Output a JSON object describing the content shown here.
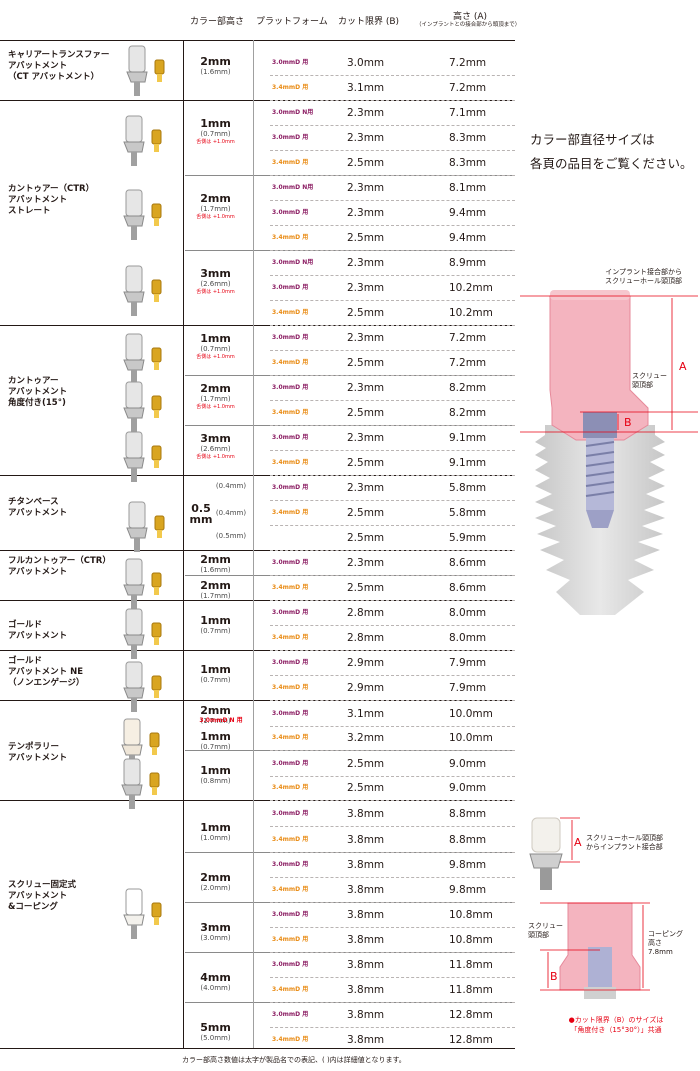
{
  "colors": {
    "line": "#231815",
    "purple": "#8b1c62",
    "orange": "#e98b14",
    "red": "#e60012",
    "pink": "#f4b4bf"
  },
  "header": {
    "collar": "カラー部高さ",
    "platform": "プラットフォーム",
    "cut": "カット限界 (B)",
    "height": "高さ (A)",
    "height_sub": "（インプラントとの接合部から頭頂まで）"
  },
  "groups": [
    {
      "name": "キャリアートランスファー\nアバットメント\n（CT アバットメント）"
    },
    {
      "name": "カントゥアー（CTR）\nアバットメント\nストレート"
    },
    {
      "name": "カントゥアー\nアバットメント\n角度付き(15°)"
    },
    {
      "name": "チタンベース\nアバットメント"
    },
    {
      "name": "フルカントゥアー（CTR）\nアバットメント"
    },
    {
      "name": "ゴールド\nアバットメント"
    },
    {
      "name": "ゴールド\nアバットメント NE\n（ノンエンゲージ）"
    },
    {
      "name": "テンポラリー\nアバットメント"
    },
    {
      "name": "スクリュー固定式\nアバットメント\n&コーピング"
    }
  ],
  "collars": [
    {
      "main": "2mm",
      "sub": "(1.6mm)",
      "note": ""
    },
    {
      "main": "1mm",
      "sub": "(0.7mm)",
      "note": "舌側は +1.0mm"
    },
    {
      "main": "2mm",
      "sub": "(1.7mm)",
      "note": "舌側は +1.0mm"
    },
    {
      "main": "3mm",
      "sub": "(2.6mm)",
      "note": "舌側は +1.0mm"
    },
    {
      "main": "1mm",
      "sub": "(0.7mm)",
      "note": "舌側は +1.0mm"
    },
    {
      "main": "2mm",
      "sub": "(1.7mm)",
      "note": "舌側は +1.0mm"
    },
    {
      "main": "3mm",
      "sub": "(2.6mm)",
      "note": "舌側は +1.0mm"
    },
    {
      "main": "0.5\nmm",
      "sub": "",
      "note": ""
    },
    {
      "main": "2mm",
      "sub": "(1.6mm)",
      "note": ""
    },
    {
      "main": "2mm",
      "sub": "(1.7mm)",
      "note": ""
    },
    {
      "main": "1mm",
      "sub": "(0.7mm)",
      "note": ""
    },
    {
      "main": "1mm",
      "sub": "(0.7mm)",
      "note": ""
    },
    {
      "main": "2mm",
      "sub": "(1.7mm)",
      "note": ""
    },
    {
      "main": "1mm",
      "sub": "(0.7mm)",
      "note": ""
    },
    {
      "main": "1mm",
      "sub": "(0.8mm)",
      "note": ""
    },
    {
      "main": "1mm",
      "sub": "(1.0mm)",
      "note": ""
    },
    {
      "main": "2mm",
      "sub": "(2.0mm)",
      "note": ""
    },
    {
      "main": "3mm",
      "sub": "(3.0mm)",
      "note": ""
    },
    {
      "main": "4mm",
      "sub": "(4.0mm)",
      "note": ""
    },
    {
      "main": "5mm",
      "sub": "(5.0mm)",
      "note": ""
    }
  ],
  "titanium_sub": [
    "(0.4mm)",
    "(0.4mm)",
    "(0.5mm)"
  ],
  "temp_note": "3.0mmD N 用",
  "rows": [
    {
      "p": "3.0mmD 用",
      "c": "3.0mm",
      "h": "7.2mm"
    },
    {
      "p": "3.4mmD 用",
      "c": "3.1mm",
      "h": "7.2mm"
    },
    {
      "p": "3.0mmD N用",
      "c": "2.3mm",
      "h": "7.1mm"
    },
    {
      "p": "3.0mmD 用",
      "c": "2.3mm",
      "h": "8.3mm"
    },
    {
      "p": "3.4mmD 用",
      "c": "2.5mm",
      "h": "8.3mm"
    },
    {
      "p": "3.0mmD N用",
      "c": "2.3mm",
      "h": "8.1mm"
    },
    {
      "p": "3.0mmD 用",
      "c": "2.3mm",
      "h": "9.4mm"
    },
    {
      "p": "3.4mmD 用",
      "c": "2.5mm",
      "h": "9.4mm"
    },
    {
      "p": "3.0mmD N用",
      "c": "2.3mm",
      "h": "8.9mm"
    },
    {
      "p": "3.0mmD 用",
      "c": "2.3mm",
      "h": "10.2mm"
    },
    {
      "p": "3.4mmD 用",
      "c": "2.5mm",
      "h": "10.2mm"
    },
    {
      "p": "3.0mmD 用",
      "c": "2.3mm",
      "h": "7.2mm"
    },
    {
      "p": "3.4mmD 用",
      "c": "2.5mm",
      "h": "7.2mm"
    },
    {
      "p": "3.0mmD 用",
      "c": "2.3mm",
      "h": "8.2mm"
    },
    {
      "p": "3.4mmD 用",
      "c": "2.5mm",
      "h": "8.2mm"
    },
    {
      "p": "3.0mmD 用",
      "c": "2.3mm",
      "h": "9.1mm"
    },
    {
      "p": "3.4mmD 用",
      "c": "2.5mm",
      "h": "9.1mm"
    },
    {
      "p": "3.0mmD 用",
      "c": "2.3mm",
      "h": "5.8mm"
    },
    {
      "p": "3.4mmD 用",
      "c": "2.5mm",
      "h": "5.8mm"
    },
    {
      "p": "",
      "c": "2.5mm",
      "h": "5.9mm"
    },
    {
      "p": "3.0mmD 用",
      "c": "2.3mm",
      "h": "8.6mm"
    },
    {
      "p": "3.4mmD 用",
      "c": "2.5mm",
      "h": "8.6mm"
    },
    {
      "p": "3.0mmD 用",
      "c": "2.8mm",
      "h": "8.0mm"
    },
    {
      "p": "3.4mmD 用",
      "c": "2.8mm",
      "h": "8.0mm"
    },
    {
      "p": "3.0mmD 用",
      "c": "2.9mm",
      "h": "7.9mm"
    },
    {
      "p": "3.4mmD 用",
      "c": "2.9mm",
      "h": "7.9mm"
    },
    {
      "p": "3.0mmD 用",
      "c": "3.1mm",
      "h": "10.0mm"
    },
    {
      "p": "3.4mmD 用",
      "c": "3.2mm",
      "h": "10.0mm"
    },
    {
      "p": "3.0mmD 用",
      "c": "2.5mm",
      "h": "9.0mm"
    },
    {
      "p": "3.4mmD 用",
      "c": "2.5mm",
      "h": "9.0mm"
    },
    {
      "p": "3.0mmD 用",
      "c": "3.8mm",
      "h": "8.8mm"
    },
    {
      "p": "3.4mmD 用",
      "c": "3.8mm",
      "h": "8.8mm"
    },
    {
      "p": "3.0mmD 用",
      "c": "3.8mm",
      "h": "9.8mm"
    },
    {
      "p": "3.4mmD 用",
      "c": "3.8mm",
      "h": "9.8mm"
    },
    {
      "p": "3.0mmD 用",
      "c": "3.8mm",
      "h": "10.8mm"
    },
    {
      "p": "3.4mmD 用",
      "c": "3.8mm",
      "h": "10.8mm"
    },
    {
      "p": "3.0mmD 用",
      "c": "3.8mm",
      "h": "11.8mm"
    },
    {
      "p": "3.4mmD 用",
      "c": "3.8mm",
      "h": "11.8mm"
    },
    {
      "p": "3.0mmD 用",
      "c": "3.8mm",
      "h": "12.8mm"
    },
    {
      "p": "3.4mmD 用",
      "c": "3.8mm",
      "h": "12.8mm"
    }
  ],
  "side_note": "カラー部直径サイズは\n各頁の品目をご覧ください。",
  "diagram1": {
    "top_label": "インプラント接合部から\nスクリューホール頭頂部",
    "screw_label": "スクリュー\n頭頂部",
    "a": "A",
    "b": "B"
  },
  "diagram2": {
    "label": "スクリューホール頭頂部\nからインプラント接合部",
    "a": "A"
  },
  "diagram3": {
    "screw_label": "スクリュー\n頭頂部",
    "coping_label": "コーピング\n高さ\n7.8mm",
    "b": "B"
  },
  "red_note": "●カット限界（B）のサイズは\n「角度付き（15°30°）」共通",
  "footer": "カラー部高さ数値は太字が製品名での表記、( )内は詳細値となります。"
}
